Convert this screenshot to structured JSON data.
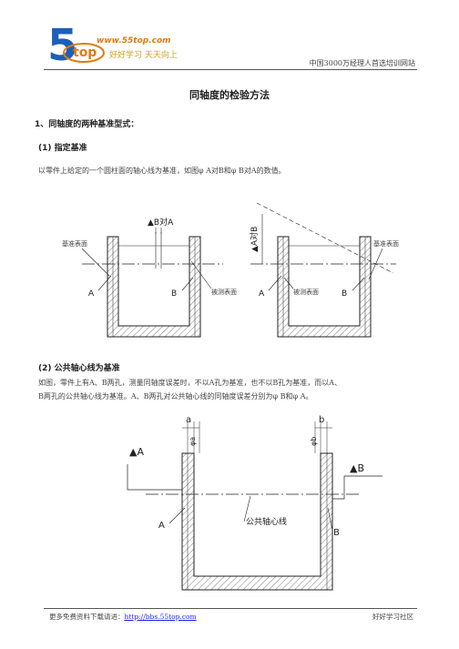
{
  "header": {
    "logo_mark": "5",
    "logo_mark_sub": "top",
    "logo_url": "www.55top.com",
    "logo_slogan": "好好学习  天天向上",
    "right_text": "中国3000万经理人首选培训网站"
  },
  "document": {
    "title": "同轴度的检验方法",
    "section1_heading": "1、同轴度的两种基准型式：",
    "sub1_heading": "(1) 指定基准",
    "sub1_text": "以零件上给定的一个圆柱面的轴心线为基准，如图φ A对B和φ B对A的数值。",
    "sub2_heading": "(2) 公共轴心线为基准",
    "sub2_text_line1": "如图，零件上有A、B两孔，测量同轴度误差时，不以A孔为基准，也不以B孔为基准，而以A、",
    "sub2_text_line2": "B两孔的公共轴心线为基准。A、B两孔对公共轴心线的同轴度误差分别为φ B和φ A。"
  },
  "figure1": {
    "ref_surface_left": "基准表面",
    "measured_left": "被测表面",
    "b_to_a": "▲B对A",
    "label_a": "A",
    "label_b": "B"
  },
  "figure2": {
    "a_to_b": "▲A对B",
    "ref_surface_right": "基准表面",
    "measured_right": "被测表面",
    "label_a": "A",
    "label_b": "B"
  },
  "figure3": {
    "dim_a": "a",
    "dim_b": "b",
    "phi_a": "φa",
    "phi_b": "φb",
    "tri_a": "▲A",
    "tri_b": "▲B",
    "common_axis": "公共轴心线",
    "label_a": "A",
    "label_b": "B"
  },
  "footer": {
    "left_text": "更多免费资料下载请进：",
    "link_text": "http://bbs.55top.com",
    "right_text": "好好学习社区"
  },
  "colors": {
    "logo_blue": "#1d5fb8",
    "logo_orange": "#e07a10",
    "link": "#1a1aff"
  }
}
